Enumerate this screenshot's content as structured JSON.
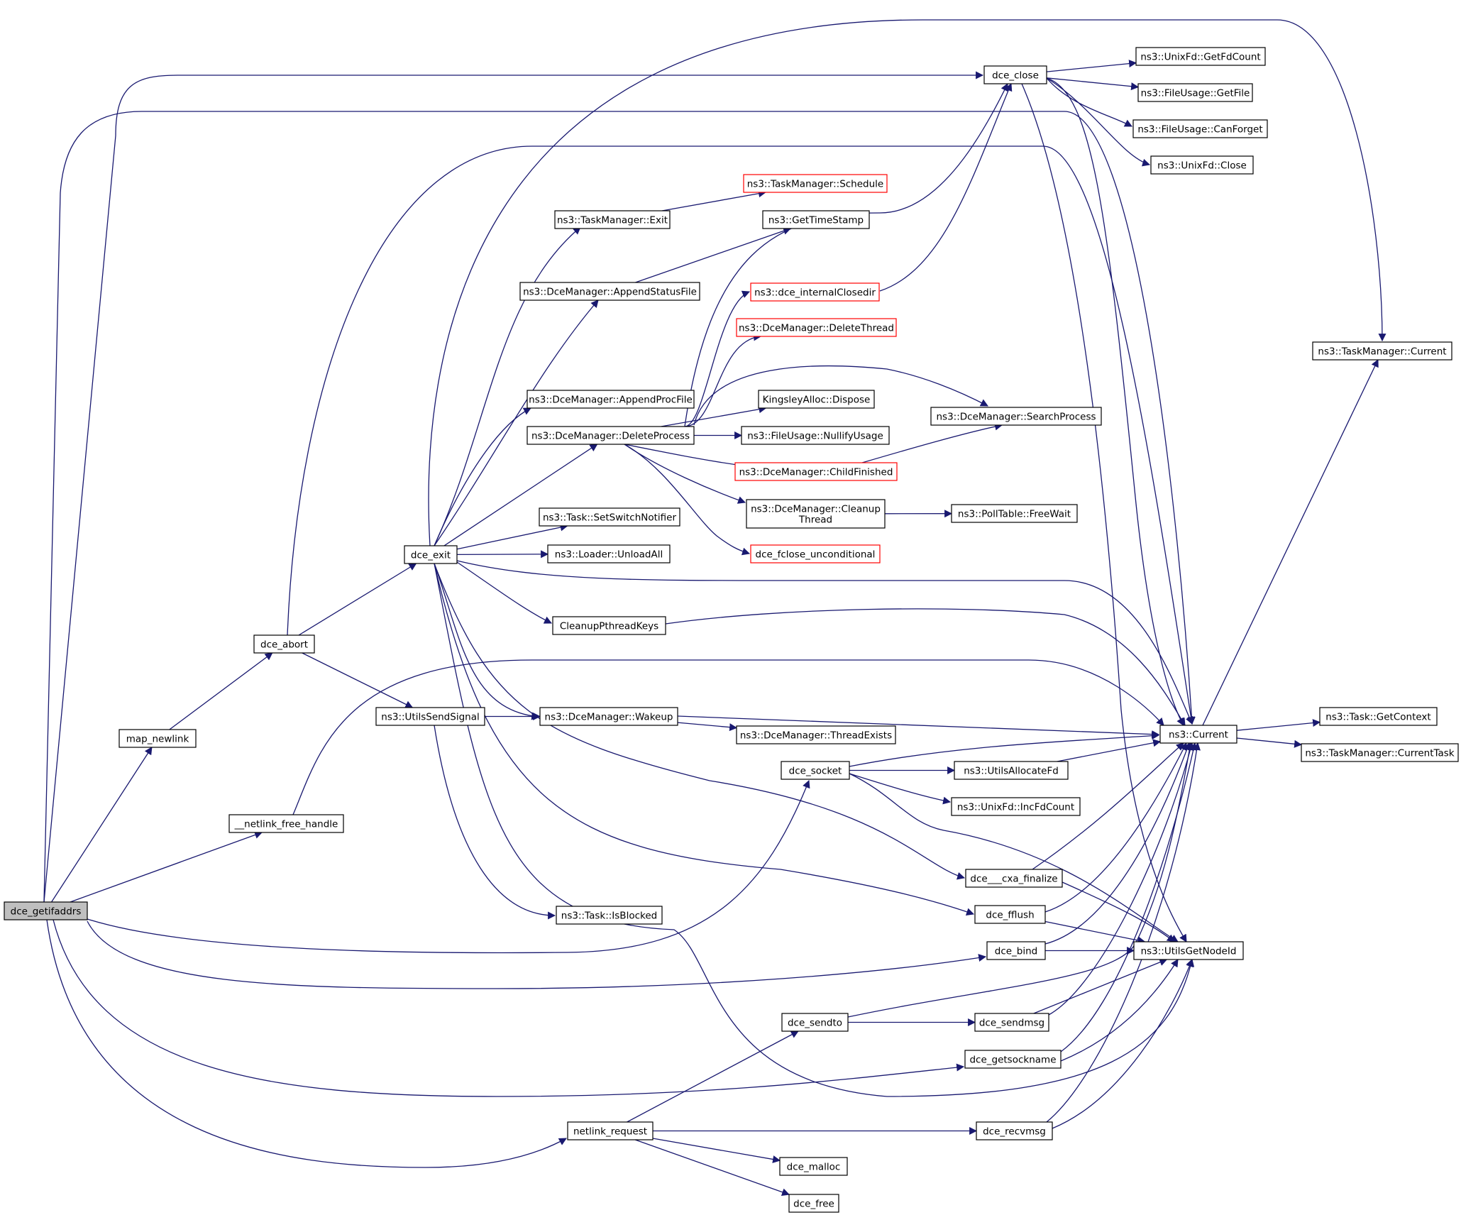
{
  "graph": {
    "title": "",
    "colors": {
      "edge": "#191970",
      "node_border": "#000000",
      "node_border_truncated": "#ff0000",
      "root_fill": "#bfbfbf",
      "node_fill": "#ffffff",
      "text": "#000000"
    },
    "nodes": [
      {
        "id": "dce_getifaddrs",
        "label": "dce_getifaddrs",
        "root": true
      },
      {
        "id": "map_newlink",
        "label": "map_newlink"
      },
      {
        "id": "netlink_free_handle",
        "label": "__netlink_free_handle"
      },
      {
        "id": "dce_abort",
        "label": "dce_abort"
      },
      {
        "id": "dce_exit",
        "label": "dce_exit"
      },
      {
        "id": "utils_send_signal",
        "label": "ns3::UtilsSendSignal"
      },
      {
        "id": "tm_exit",
        "label": "ns3::TaskManager::Exit"
      },
      {
        "id": "tm_schedule",
        "label": "ns3::TaskManager::Schedule",
        "truncated": true
      },
      {
        "id": "get_time_stamp",
        "label": "ns3::GetTimeStamp"
      },
      {
        "id": "dm_append_status",
        "label": "ns3::DceManager::AppendStatusFile"
      },
      {
        "id": "dm_append_proc",
        "label": "ns3::DceManager::AppendProcFile"
      },
      {
        "id": "dm_delete_process",
        "label": "ns3::DceManager::DeleteProcess"
      },
      {
        "id": "dce_internal_closedir",
        "label": "ns3::dce_internalClosedir",
        "truncated": true
      },
      {
        "id": "dm_delete_thread",
        "label": "ns3::DceManager::DeleteThread",
        "truncated": true
      },
      {
        "id": "kingsley_dispose",
        "label": "KingsleyAlloc::Dispose"
      },
      {
        "id": "fu_nullify",
        "label": "ns3::FileUsage::NullifyUsage"
      },
      {
        "id": "dm_child_finished",
        "label": "ns3::DceManager::ChildFinished",
        "truncated": true
      },
      {
        "id": "dm_search_process",
        "label": "ns3::DceManager::SearchProcess"
      },
      {
        "id": "dm_cleanup_thread",
        "label": "ns3::DceManager::Cleanup\nThread"
      },
      {
        "id": "poll_free_wait",
        "label": "ns3::PollTable::FreeWait"
      },
      {
        "id": "dce_fclose_uncond",
        "label": "dce_fclose_unconditional",
        "truncated": true
      },
      {
        "id": "task_set_switch",
        "label": "ns3::Task::SetSwitchNotifier"
      },
      {
        "id": "loader_unload_all",
        "label": "ns3::Loader::UnloadAll"
      },
      {
        "id": "cleanup_pthread_keys",
        "label": "CleanupPthreadKeys"
      },
      {
        "id": "dm_wakeup",
        "label": "ns3::DceManager::Wakeup"
      },
      {
        "id": "dm_thread_exists",
        "label": "ns3::DceManager::ThreadExists"
      },
      {
        "id": "task_is_blocked",
        "label": "ns3::Task::IsBlocked"
      },
      {
        "id": "dce_close",
        "label": "dce_close"
      },
      {
        "id": "unixfd_get_fd_count",
        "label": "ns3::UnixFd::GetFdCount"
      },
      {
        "id": "fu_get_file",
        "label": "ns3::FileUsage::GetFile"
      },
      {
        "id": "fu_can_forget",
        "label": "ns3::FileUsage::CanForget"
      },
      {
        "id": "unixfd_close",
        "label": "ns3::UnixFd::Close"
      },
      {
        "id": "tm_current",
        "label": "ns3::TaskManager::Current"
      },
      {
        "id": "ns3_current",
        "label": "ns3::Current"
      },
      {
        "id": "task_get_context",
        "label": "ns3::Task::GetContext"
      },
      {
        "id": "tm_current_task",
        "label": "ns3::TaskManager::CurrentTask"
      },
      {
        "id": "dce_socket",
        "label": "dce_socket"
      },
      {
        "id": "utils_allocate_fd",
        "label": "ns3::UtilsAllocateFd"
      },
      {
        "id": "unixfd_inc_fd_count",
        "label": "ns3::UnixFd::IncFdCount"
      },
      {
        "id": "dce_cxa_finalize",
        "label": "dce___cxa_finalize"
      },
      {
        "id": "dce_fflush",
        "label": "dce_fflush"
      },
      {
        "id": "dce_bind",
        "label": "dce_bind"
      },
      {
        "id": "utils_get_node_id",
        "label": "ns3::UtilsGetNodeId"
      },
      {
        "id": "dce_sendto",
        "label": "dce_sendto"
      },
      {
        "id": "dce_sendmsg",
        "label": "dce_sendmsg"
      },
      {
        "id": "dce_getsockname",
        "label": "dce_getsockname"
      },
      {
        "id": "netlink_request",
        "label": "netlink_request"
      },
      {
        "id": "dce_recvmsg",
        "label": "dce_recvmsg"
      },
      {
        "id": "dce_malloc",
        "label": "dce_malloc"
      },
      {
        "id": "dce_free",
        "label": "dce_free"
      }
    ],
    "edges": [
      [
        "dce_getifaddrs",
        "dce_close"
      ],
      [
        "dce_getifaddrs",
        "ns3_current"
      ],
      [
        "dce_getifaddrs",
        "map_newlink"
      ],
      [
        "dce_getifaddrs",
        "netlink_free_handle"
      ],
      [
        "dce_getifaddrs",
        "dce_socket"
      ],
      [
        "dce_getifaddrs",
        "dce_bind"
      ],
      [
        "dce_getifaddrs",
        "dce_getsockname"
      ],
      [
        "dce_getifaddrs",
        "netlink_request"
      ],
      [
        "map_newlink",
        "dce_abort"
      ],
      [
        "netlink_free_handle",
        "ns3_current"
      ],
      [
        "dce_abort",
        "ns3_current"
      ],
      [
        "dce_abort",
        "dce_exit"
      ],
      [
        "dce_abort",
        "utils_send_signal"
      ],
      [
        "dce_exit",
        "tm_current"
      ],
      [
        "dce_exit",
        "tm_exit"
      ],
      [
        "dce_exit",
        "dm_append_status"
      ],
      [
        "dce_exit",
        "dm_append_proc"
      ],
      [
        "dce_exit",
        "dm_delete_process"
      ],
      [
        "dce_exit",
        "task_set_switch"
      ],
      [
        "dce_exit",
        "loader_unload_all"
      ],
      [
        "dce_exit",
        "ns3_current"
      ],
      [
        "dce_exit",
        "cleanup_pthread_keys"
      ],
      [
        "dce_exit",
        "dm_wakeup"
      ],
      [
        "dce_exit",
        "dce_cxa_finalize"
      ],
      [
        "dce_exit",
        "dce_fflush"
      ],
      [
        "dce_exit",
        "utils_get_node_id"
      ],
      [
        "utils_send_signal",
        "dm_wakeup"
      ],
      [
        "utils_send_signal",
        "task_is_blocked"
      ],
      [
        "tm_exit",
        "tm_schedule"
      ],
      [
        "dm_append_status",
        "get_time_stamp"
      ],
      [
        "dm_delete_process",
        "dce_close"
      ],
      [
        "dm_delete_process",
        "dce_internal_closedir"
      ],
      [
        "dm_delete_process",
        "dm_delete_thread"
      ],
      [
        "dm_delete_process",
        "kingsley_dispose"
      ],
      [
        "dm_delete_process",
        "dm_search_process"
      ],
      [
        "dm_delete_process",
        "fu_nullify"
      ],
      [
        "dm_delete_process",
        "dm_child_finished"
      ],
      [
        "dm_delete_process",
        "dm_cleanup_thread"
      ],
      [
        "dm_delete_process",
        "dce_fclose_uncond"
      ],
      [
        "dce_internal_closedir",
        "dce_close"
      ],
      [
        "dm_child_finished",
        "dm_search_process"
      ],
      [
        "dm_cleanup_thread",
        "poll_free_wait"
      ],
      [
        "cleanup_pthread_keys",
        "ns3_current"
      ],
      [
        "dm_wakeup",
        "ns3_current"
      ],
      [
        "dm_wakeup",
        "dm_thread_exists"
      ],
      [
        "dce_close",
        "unixfd_get_fd_count"
      ],
      [
        "dce_close",
        "fu_get_file"
      ],
      [
        "dce_close",
        "fu_can_forget"
      ],
      [
        "dce_close",
        "unixfd_close"
      ],
      [
        "dce_close",
        "ns3_current"
      ],
      [
        "dce_close",
        "utils_get_node_id"
      ],
      [
        "ns3_current",
        "tm_current"
      ],
      [
        "ns3_current",
        "task_get_context"
      ],
      [
        "ns3_current",
        "tm_current_task"
      ],
      [
        "dce_socket",
        "ns3_current"
      ],
      [
        "dce_socket",
        "utils_allocate_fd"
      ],
      [
        "dce_socket",
        "unixfd_inc_fd_count"
      ],
      [
        "dce_socket",
        "utils_get_node_id"
      ],
      [
        "utils_allocate_fd",
        "ns3_current"
      ],
      [
        "dce_cxa_finalize",
        "ns3_current"
      ],
      [
        "dce_cxa_finalize",
        "utils_get_node_id"
      ],
      [
        "dce_fflush",
        "ns3_current"
      ],
      [
        "dce_fflush",
        "utils_get_node_id"
      ],
      [
        "dce_bind",
        "utils_get_node_id"
      ],
      [
        "dce_bind",
        "ns3_current"
      ],
      [
        "dce_sendto",
        "ns3_current"
      ],
      [
        "dce_sendto",
        "dce_sendmsg"
      ],
      [
        "dce_sendmsg",
        "utils_get_node_id"
      ],
      [
        "dce_sendmsg",
        "ns3_current"
      ],
      [
        "dce_getsockname",
        "utils_get_node_id"
      ],
      [
        "dce_getsockname",
        "ns3_current"
      ],
      [
        "netlink_request",
        "dce_sendto"
      ],
      [
        "netlink_request",
        "dce_recvmsg"
      ],
      [
        "netlink_request",
        "dce_malloc"
      ],
      [
        "netlink_request",
        "dce_free"
      ],
      [
        "dce_recvmsg",
        "ns3_current"
      ],
      [
        "dce_recvmsg",
        "utils_get_node_id"
      ]
    ]
  }
}
